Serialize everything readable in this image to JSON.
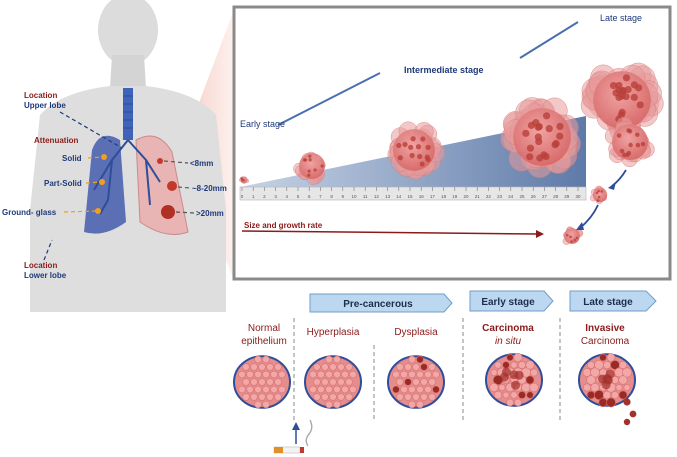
{
  "colors": {
    "tumor": "#e07b7b",
    "tumor_dark": "#c0392b",
    "stage_title": "#8b1a1a",
    "arrow_fill": "#bcd7f0",
    "arrow_stroke": "#6f9cc8",
    "lung": "#5b6fb5",
    "lung_right": "#e9b4b4",
    "body": "#dedede",
    "label_orange": "#f0a020",
    "wedge": "#5e7aa8"
  },
  "body_labels": {
    "location_upper_1": "Location",
    "location_upper_2": "Upper lobe",
    "attenuation": "Attenuation",
    "solid": "Solid",
    "part_solid": "Part-Solid",
    "ground_glass": "Ground- glass",
    "location_lower_1": "Location",
    "location_lower_2": "Lower lobe",
    "size_small": "<8mm",
    "size_mid": "~8-20mm",
    "size_large": ">20mm"
  },
  "growth_panel": {
    "early": "Early stage",
    "intermediate": "Intermediate stage",
    "late": "Late stage",
    "size_rate": "Size and growth rate",
    "ruler_ticks": [
      "0",
      "1",
      "2",
      "3",
      "4",
      "5",
      "6",
      "7",
      "8",
      "9",
      "10",
      "11",
      "12",
      "13",
      "14",
      "15",
      "16",
      "17",
      "18",
      "19",
      "20",
      "21",
      "22",
      "23",
      "24",
      "25",
      "26",
      "27",
      "28",
      "29",
      "30"
    ]
  },
  "progression": {
    "arrows": {
      "pre": "Pre-cancerous",
      "early": "Early stage",
      "late": "Late stage"
    },
    "stages": [
      {
        "line1": "Normal",
        "line2": "epithelium"
      },
      {
        "line1": "Hyperplasia",
        "line2": ""
      },
      {
        "line1": "Dysplasia",
        "line2": ""
      },
      {
        "line1": "Carcinoma",
        "line2": "in situ"
      },
      {
        "line1": "Invasive",
        "line2": "Carcinoma"
      }
    ]
  }
}
